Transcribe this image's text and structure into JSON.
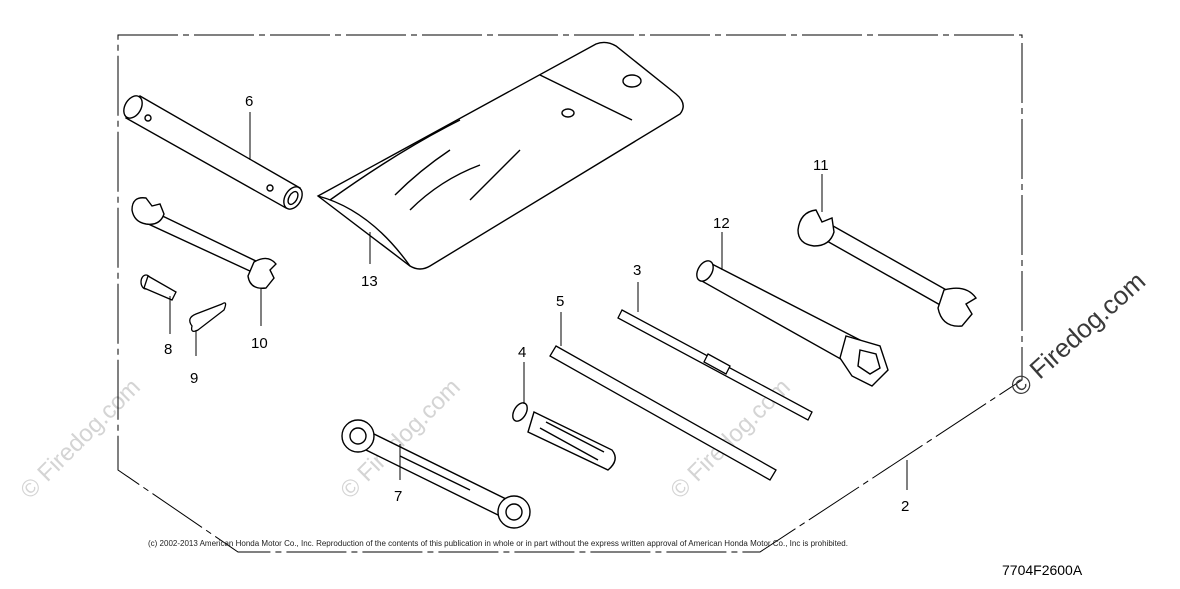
{
  "diagram": {
    "callouts": {
      "n1": "2",
      "n2": "3",
      "n3": "4",
      "n4": "5",
      "n5": "6",
      "n6": "7",
      "n7": "8",
      "n8": "9",
      "n9": "10",
      "n10": "11",
      "n11": "12",
      "n12": "13"
    },
    "copyright": "(c) 2002-2013 American Honda Motor Co., Inc. Reproduction of the contents of this publication in whole or in part without the express written approval of American Honda Motor Co., Inc is prohibited.",
    "part_code": "7704F2600A",
    "brand_watermark": "© Firedog.com",
    "faint_watermark": "© Firedog.com"
  },
  "colors": {
    "line": "#000000",
    "watermark": "#d4d4d4",
    "brand": "#3a3a3a"
  }
}
